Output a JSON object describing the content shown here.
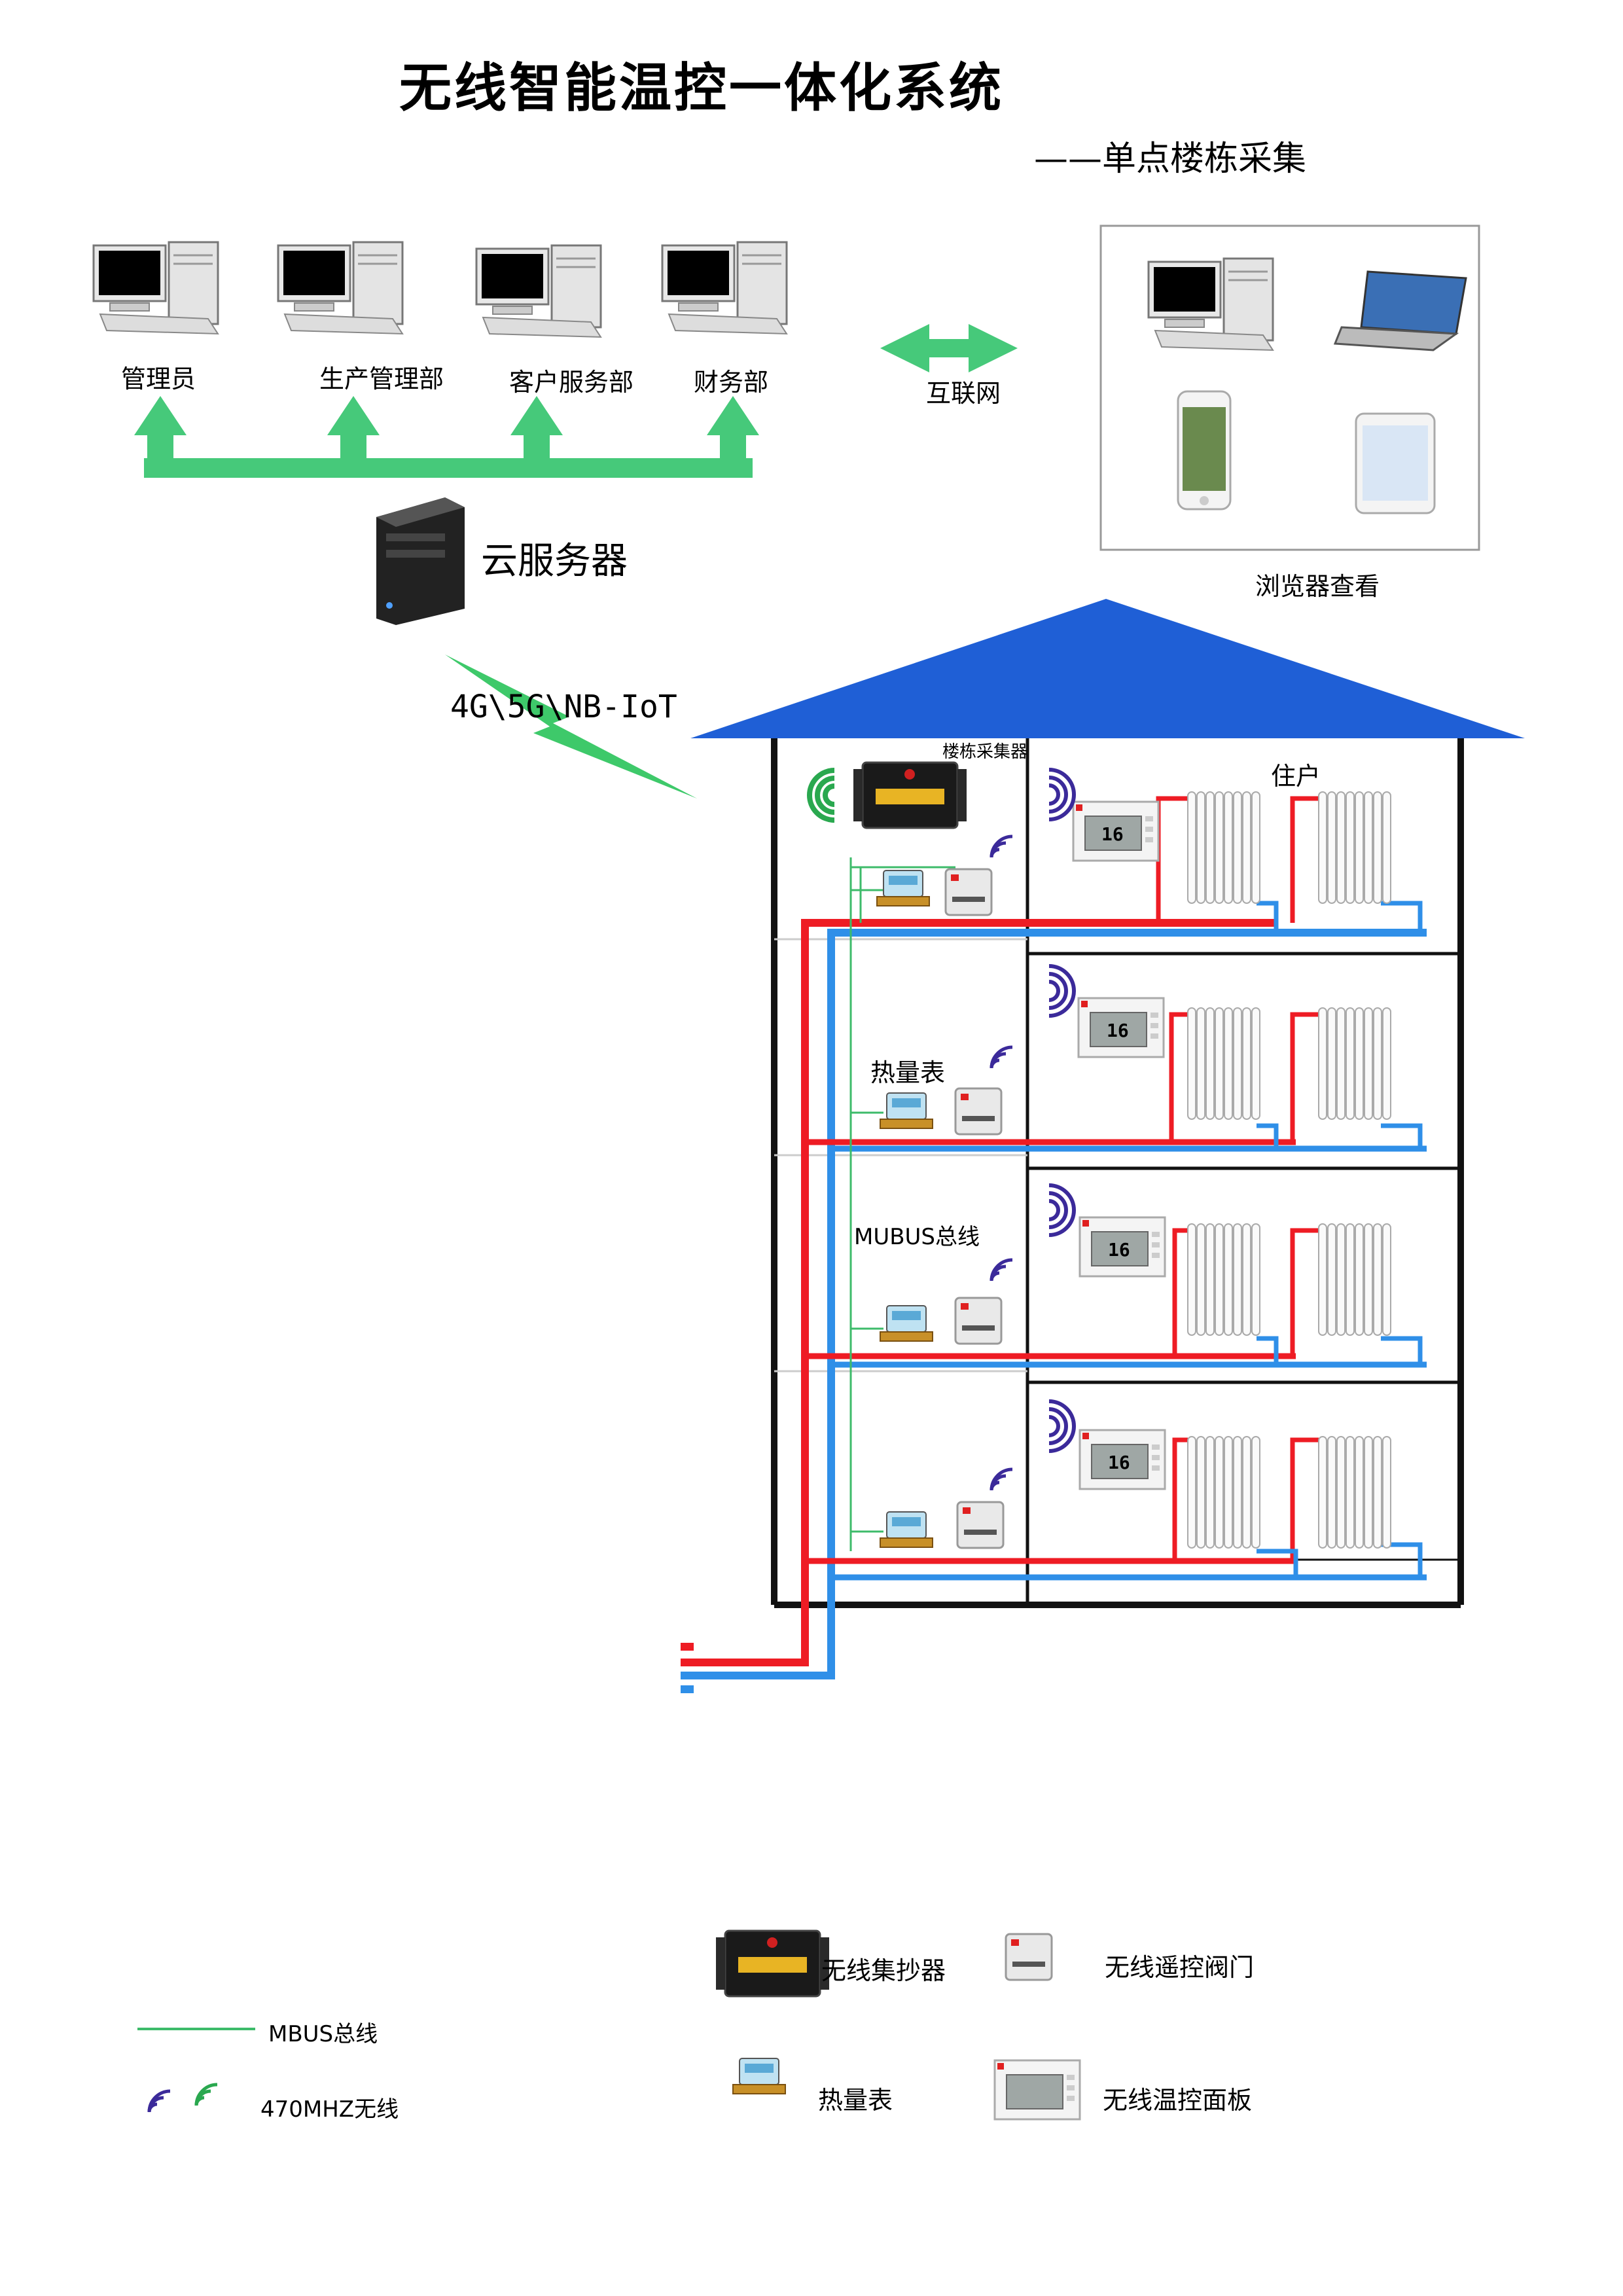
{
  "header": {
    "title": "无线智能温控一体化系统",
    "subtitle": "——单点楼栋采集"
  },
  "departments": [
    "管理员",
    "生产管理部",
    "客户服务部",
    "财务部"
  ],
  "network": {
    "internet_label": "互联网",
    "cloud_server_label": "云服务器",
    "comm_label": "4G\\5G\\NB-IoT",
    "browser_label": "浏览器查看"
  },
  "building": {
    "collector_label": "楼栋采集器",
    "resident_label": "住户",
    "heat_meter_label": "热量表",
    "bus_label": "MUBUS总线",
    "panel_display": "16"
  },
  "legend": {
    "mbus_line": "MBUS总线",
    "wireless": "470MHZ无线",
    "collector": "无线集抄器",
    "valve": "无线遥控阀门",
    "heat_meter": "热量表",
    "panel": "无线温控面板"
  },
  "colors": {
    "arrow_green": "#46c97a",
    "roof_blue": "#1f5fd6",
    "supply_red": "#ee1c24",
    "return_blue": "#2f8fe8",
    "bus_green": "#3dbb6a",
    "wifi_green": "#2aa84f",
    "wifi_purple": "#3b2a9a"
  }
}
